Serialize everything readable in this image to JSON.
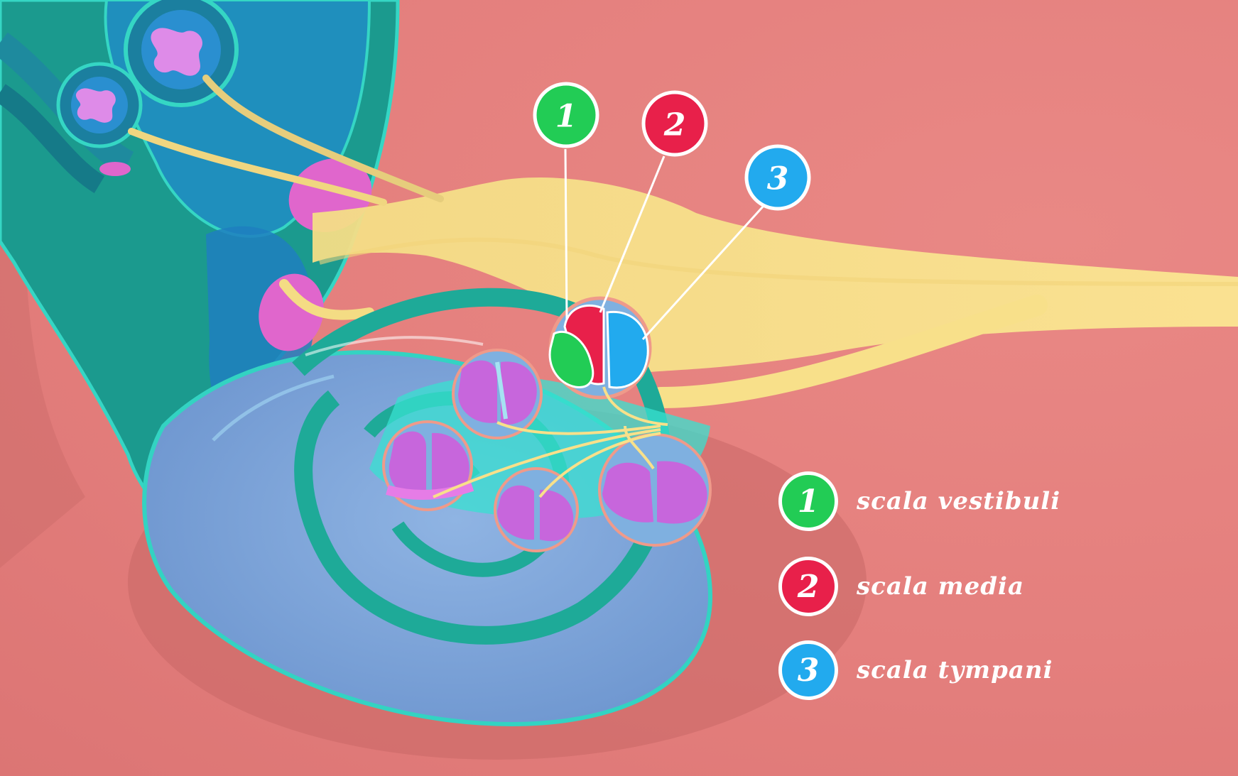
{
  "colors": {
    "background": "#e6807e",
    "vestibuli": "#22cc55",
    "media": "#e8204a",
    "tympani": "#22aaee",
    "nerve": "#f8e08a",
    "bone": "#1fa89a",
    "cochlea": "#7aa6d8",
    "ganglion": "#dd66cc"
  },
  "callouts": [
    {
      "number": "1",
      "color": "#22cc55"
    },
    {
      "number": "2",
      "color": "#e8204a"
    },
    {
      "number": "3",
      "color": "#22aaee"
    }
  ],
  "legend": [
    {
      "number": "1",
      "label": "scala vestibuli",
      "color": "#22cc55"
    },
    {
      "number": "2",
      "label": "scala media",
      "color": "#e8204a"
    },
    {
      "number": "3",
      "label": "scala tympani",
      "color": "#22aaee"
    }
  ]
}
